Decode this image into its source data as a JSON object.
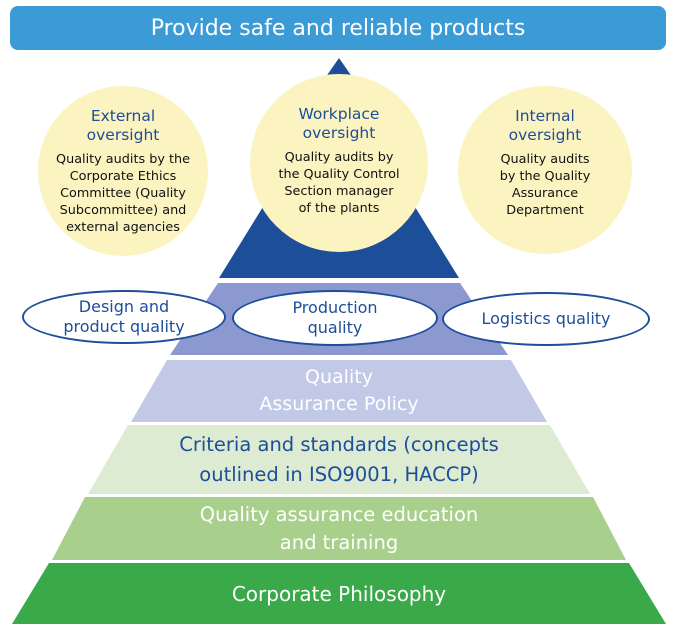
{
  "banner": {
    "text": "Provide safe and reliable products"
  },
  "oversight": [
    {
      "title": [
        "External",
        "oversight"
      ],
      "body": [
        "Quality audits by the",
        "Corporate Ethics",
        "Committee (Quality",
        "Subcommittee) and",
        "external agencies"
      ]
    },
    {
      "title": [
        "Workplace",
        "oversight"
      ],
      "body": [
        "Quality audits by",
        "the Quality Control",
        "Section manager",
        "of the plants"
      ]
    },
    {
      "title": [
        "Internal",
        "oversight"
      ],
      "body": [
        "Quality audits",
        "by the Quality",
        "Assurance",
        "Department"
      ]
    }
  ],
  "quality_areas": [
    {
      "lines": [
        "Design and",
        "product quality"
      ]
    },
    {
      "lines": [
        "Production",
        "quality"
      ]
    },
    {
      "lines": [
        "Logistics quality"
      ]
    }
  ],
  "layers": [
    {
      "lines": [
        "Quality",
        "Assurance Policy"
      ],
      "fill": "#c2c9e6",
      "text_color": "#ffffff"
    },
    {
      "lines": [
        "Criteria and standards (concepts",
        "outlined in ISO9001, HACCP)"
      ],
      "fill": "#dcebd2",
      "text_color": "#1d4e9a"
    },
    {
      "lines": [
        "Quality assurance education",
        "and training"
      ],
      "fill": "#a8d08c",
      "text_color": "#ffffff"
    },
    {
      "lines": [
        "Corporate Philosophy"
      ],
      "fill": "#3aa94a",
      "text_color": "#ffffff"
    }
  ],
  "colors": {
    "banner": "#3a9bd6",
    "apex": "#1d4e9a",
    "areas_band": "#8c99d0",
    "circle_fill": "#fbf3c0",
    "title_blue": "#1d4e9a"
  }
}
